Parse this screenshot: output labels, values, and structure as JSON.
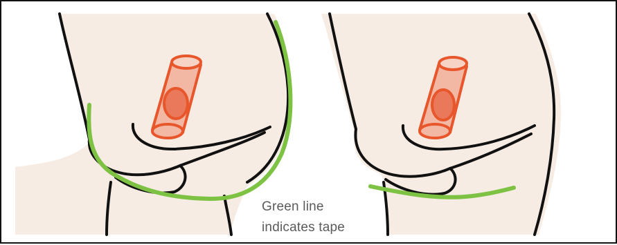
{
  "caption": {
    "line1": "Green line",
    "line2": "indicates tape"
  },
  "colors": {
    "skin": "#f6ece3",
    "outline": "#111111",
    "tape": "#7dc242",
    "stoma_fill": "#f2b8a3",
    "stoma_outline": "#e8572c",
    "stoma_core": "#e9795a",
    "caption_text": "#5a5a5a"
  },
  "panels": [
    {
      "name": "tape-around-abdomen",
      "tape": "full-curve"
    },
    {
      "name": "tape-under-fold",
      "tape": "low-strip"
    }
  ]
}
